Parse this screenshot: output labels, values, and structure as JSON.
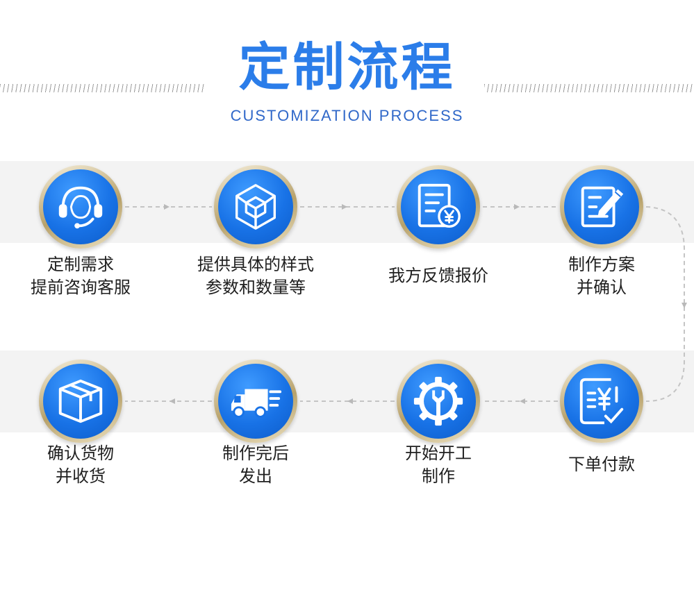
{
  "header": {
    "title": "定制流程",
    "subtitle": "CUSTOMIZATION PROCESS"
  },
  "colors": {
    "accent_blue": "#1872e6",
    "ring_gold": "#b7a16a",
    "connector_gray": "#c4c4c4"
  },
  "steps": [
    {
      "icon": "headset-support-icon",
      "line1": "定制需求",
      "line2": "提前咨询客服"
    },
    {
      "icon": "3d-cube-icon",
      "line1": "提供具体的样式",
      "line2": "参数和数量等"
    },
    {
      "icon": "quote-document-yen-icon",
      "line1": "我方反馈报价",
      "line2": ""
    },
    {
      "icon": "plan-edit-pencil-icon",
      "line1": "制作方案",
      "line2": "并确认"
    },
    {
      "icon": "invoice-payment-check-icon",
      "line1": "下单付款",
      "line2": ""
    },
    {
      "icon": "gear-wrench-icon",
      "line1": "开始开工",
      "line2": "制作"
    },
    {
      "icon": "delivery-truck-icon",
      "line1": "制作完后",
      "line2": "发出"
    },
    {
      "icon": "package-box-icon",
      "line1": "确认货物",
      "line2": "并收货"
    }
  ]
}
